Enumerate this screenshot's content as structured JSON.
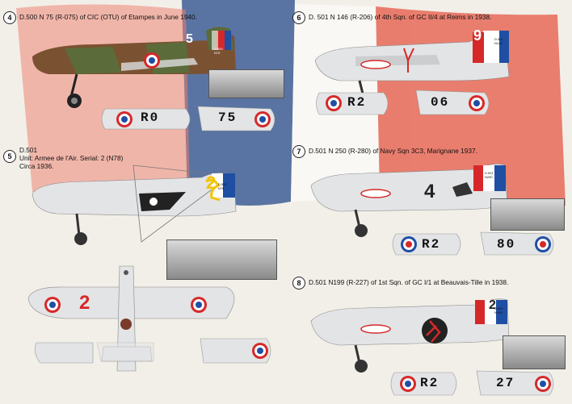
{
  "profiles": [
    {
      "num": "4",
      "caption": "D.500 N 75 (R-075) of CIC (OTU) of Etampes in June 1940.",
      "fin_code": "5",
      "wing_codes": [
        "R0",
        "75"
      ]
    },
    {
      "num": "6",
      "caption": "D. 501 N 146 (R-206) of 4th Sqn. of GC II/4 at Reims in 1938.",
      "fin_code": "9",
      "wing_codes": [
        "R2",
        "06"
      ]
    },
    {
      "num": "5",
      "caption_lines": [
        "D.501",
        "Unit: Armee de l'Air. Serial: 2 (N78)",
        "Circa 1936."
      ],
      "fin_code": "2",
      "wing_code": "2"
    },
    {
      "num": "7",
      "caption": "D.501 N 250 (R-280) of Navy Sqn 3C3, Marignane 1937.",
      "fuselage_code": "4",
      "wing_codes": [
        "R2",
        "80"
      ]
    },
    {
      "num": "8",
      "caption": "D.501 N199 (R-227) of 1st Sqn. of GC I/1 at Beauvais-Tille in 1938.",
      "fin_code": "2",
      "wing_codes": [
        "R2",
        "27"
      ]
    }
  ],
  "fin_texts": {
    "p4": [
      "D.500",
      "N75"
    ],
    "p6": [
      "D.501",
      "N146"
    ],
    "p5": [
      "D.501",
      "N78"
    ],
    "p7": [
      "D.501",
      "N250"
    ],
    "p8": [
      "D.501",
      "N199"
    ]
  },
  "colors": {
    "roundel_blue": "#1f4fa3",
    "roundel_red": "#d62828",
    "silver": "#e3e4e6",
    "camo_brown": "#7a5232",
    "camo_green": "#5b6b3a",
    "flag_blue": "#3f5f98",
    "flag_red": "#e05a4a"
  }
}
